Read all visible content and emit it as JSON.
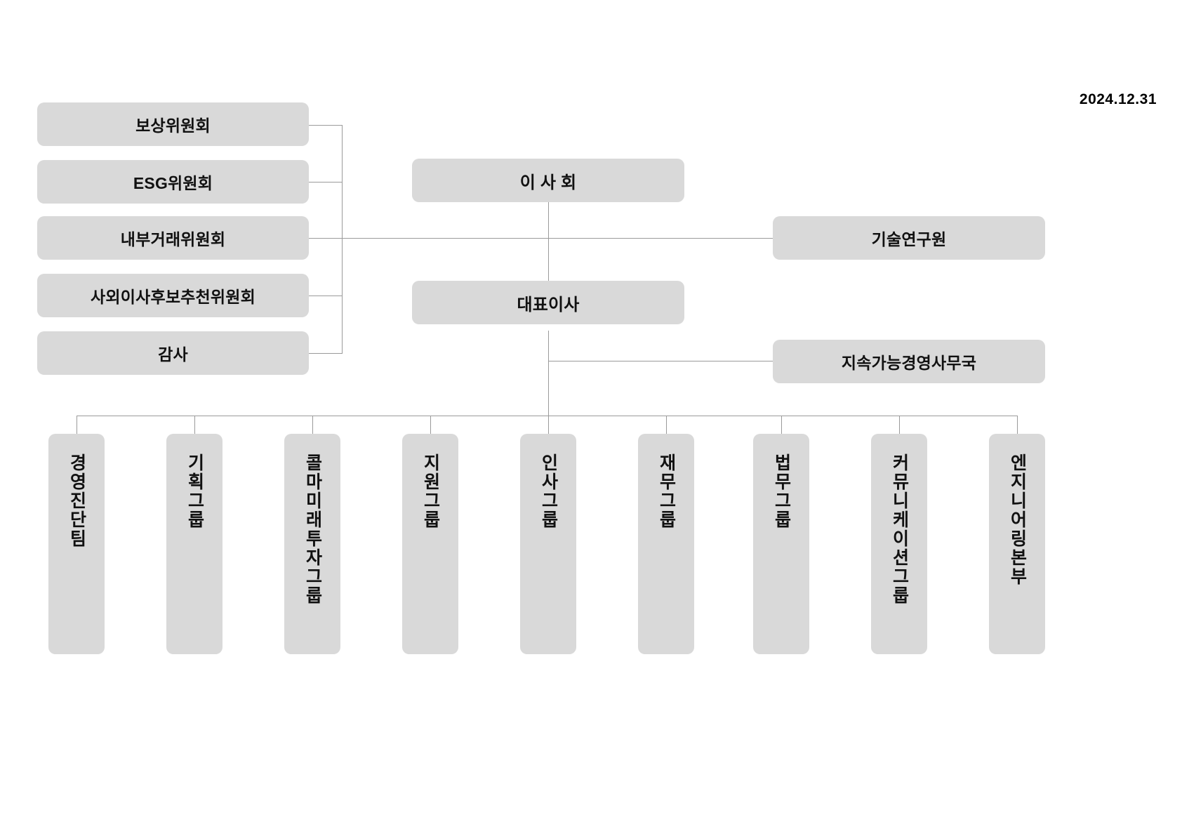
{
  "meta": {
    "date_label": "2024.12.31",
    "box_fill": "#d9d9d9",
    "line_color": "#9a9a9a",
    "text_color": "#111111",
    "background": "#ffffff"
  },
  "committees": [
    {
      "label": "보상위원회"
    },
    {
      "label": "ESG위원회"
    },
    {
      "label": "내부거래위원회"
    },
    {
      "label": "사외이사후보추천위원회"
    },
    {
      "label": "감사"
    }
  ],
  "center": [
    {
      "label": "이 사 회"
    },
    {
      "label": "대표이사"
    }
  ],
  "right_units": [
    {
      "label": "기술연구원"
    },
    {
      "label": "지속가능경영사무국"
    }
  ],
  "departments": [
    {
      "label": "경영진단팀"
    },
    {
      "label": "기획그룹"
    },
    {
      "label": "콜마미래투자그룹"
    },
    {
      "label": "지원그룹"
    },
    {
      "label": "인사그룹"
    },
    {
      "label": "재무그룹"
    },
    {
      "label": "법무그룹"
    },
    {
      "label": "커뮤니케이션그룹"
    },
    {
      "label": "엔지니어링본부"
    }
  ]
}
